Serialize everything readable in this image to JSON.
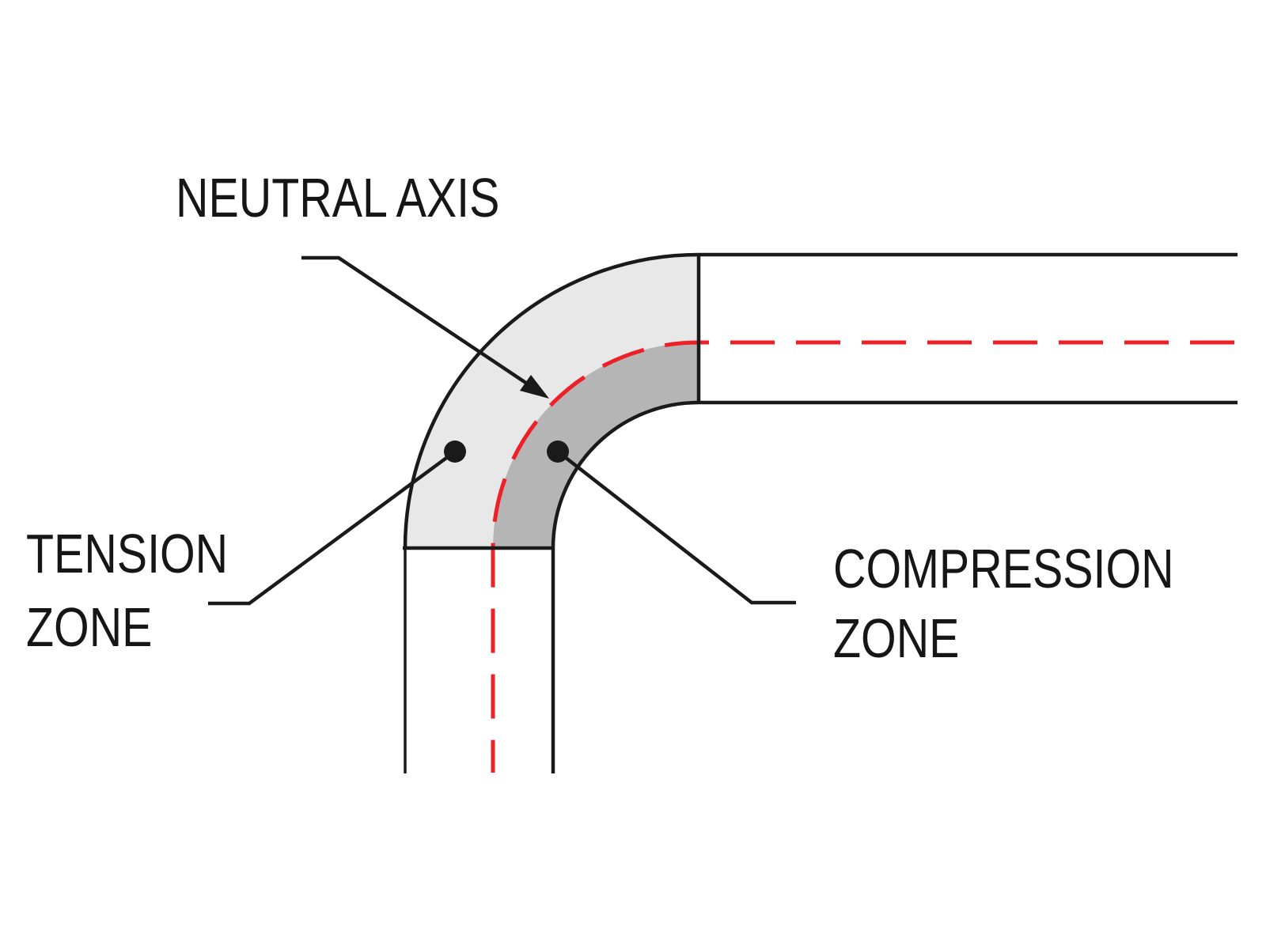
{
  "labels": {
    "neutral_axis": "NEUTRAL AXIS",
    "tension_line1": "TENSION",
    "tension_line2": "ZONE",
    "compression_line1": "COMPRESSION",
    "compression_line2": "ZONE"
  },
  "colors": {
    "background": "#ffffff",
    "outline": "#1a1a1a",
    "text": "#161616",
    "tension_fill": "#e8e8e8",
    "compression_fill": "#b5b5b5",
    "neutral_axis_red": "#ed2027"
  },
  "markers": {
    "neutral_axis_pointer": "arrowhead-icon",
    "tension_zone_marker": "dot-icon",
    "compression_zone_marker": "dot-icon"
  }
}
